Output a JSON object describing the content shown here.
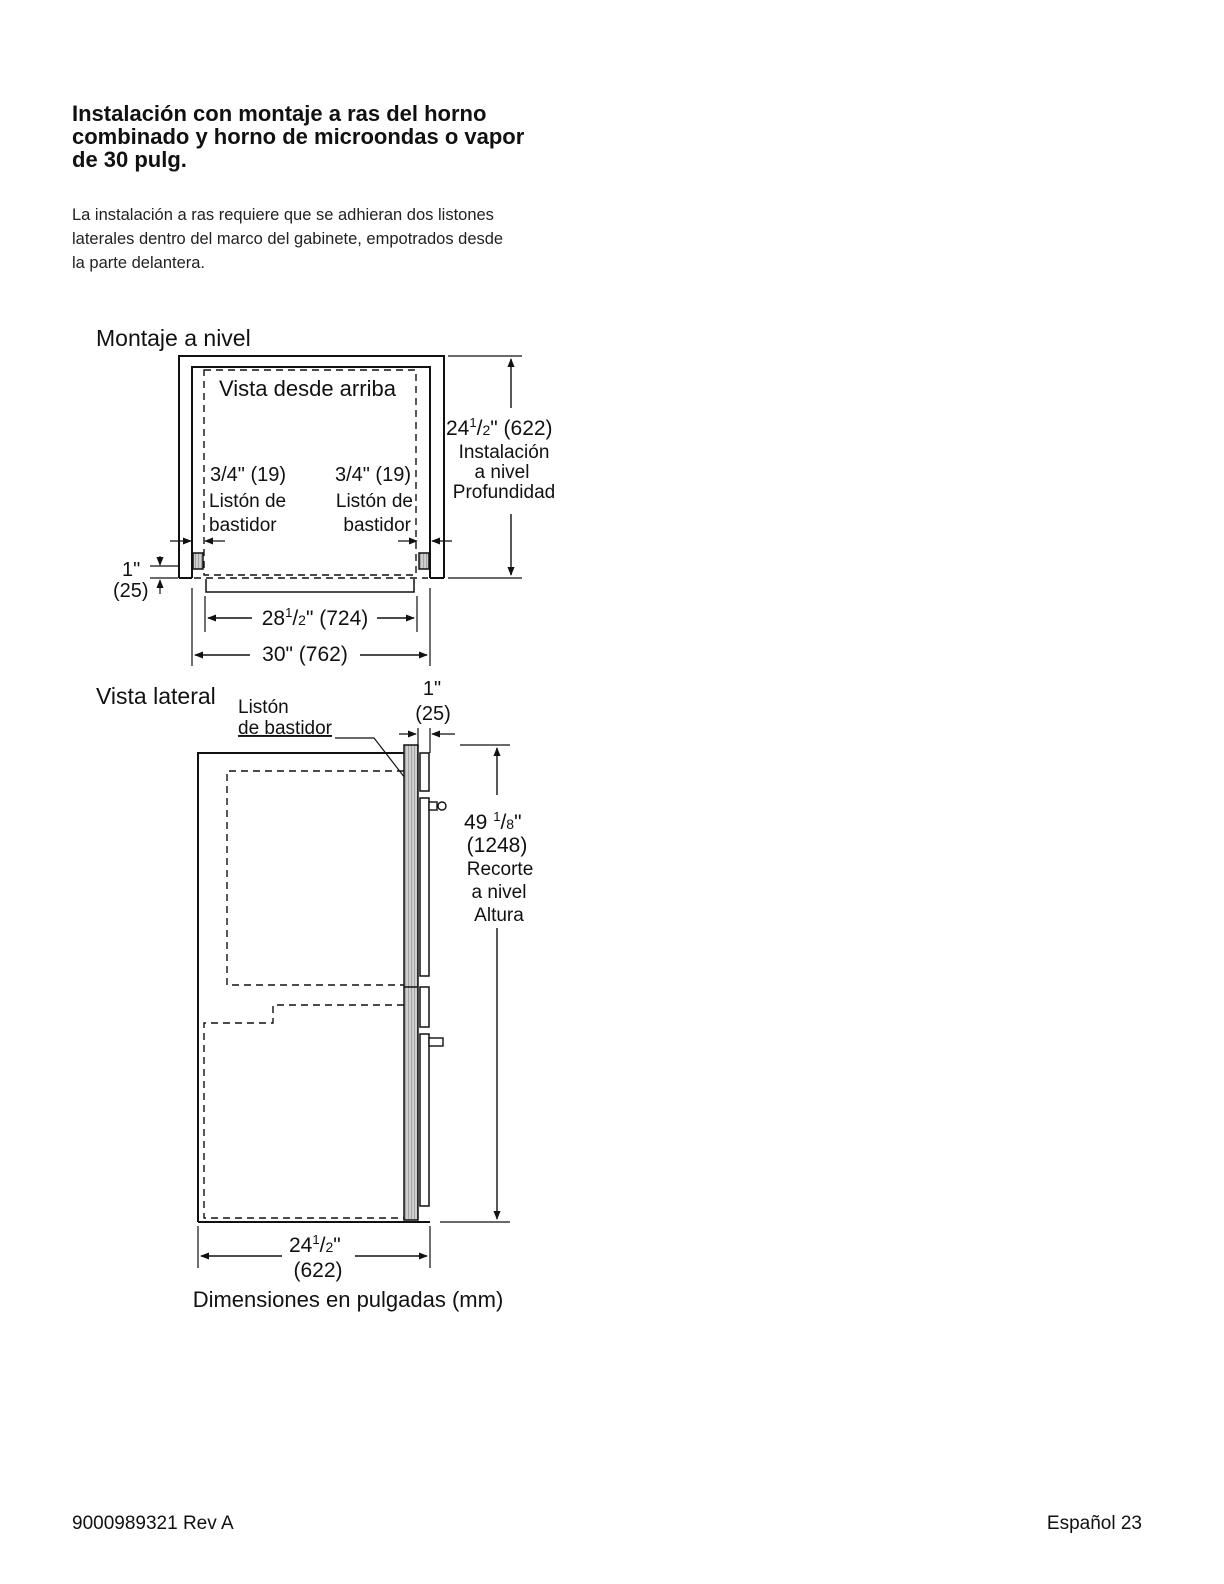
{
  "heading": {
    "line1": "Instalación con montaje a ras del horno",
    "line2": "combinado y horno de microondas o vapor",
    "line3": "de 30 pulg."
  },
  "intro": {
    "line1": "La instalación a ras requiere que se adhieran dos listones",
    "line2": "laterales dentro del marco del gabinete, empotrados desde",
    "line3": "la parte delantera."
  },
  "top_view": {
    "title": "Montaje a nivel",
    "subtitle": "Vista desde arriba",
    "strip_left": {
      "size": "3/4\" (19)",
      "label1": "Listón de",
      "label2": "bastidor"
    },
    "strip_right": {
      "size": "3/4\" (19)",
      "label1": "Listón de",
      "label2": "bastidor"
    },
    "depth": {
      "value": "241/2\" (622)",
      "label1": "Instalación",
      "label2": "a nivel",
      "label3": "Profundidad"
    },
    "offset": {
      "in": "1\"",
      "mm": "(25)"
    },
    "inner_width": "281/2\" (724)",
    "outer_width": "30\" (762)"
  },
  "side_view": {
    "title": "Vista lateral",
    "strip_label1": "Listón",
    "strip_label2": "de bastidor",
    "offset": {
      "in": "1\"",
      "mm": "(25)"
    },
    "height": {
      "value": "49 1/8\"",
      "mm": "(1248)",
      "label1": "Recorte",
      "label2": "a nivel",
      "label3": "Altura"
    },
    "depth": {
      "value": "241/2\"",
      "mm": "(622)"
    }
  },
  "caption": "Dimensiones en pulgadas (mm)",
  "footer": {
    "doc_number": "9000989321 Rev A",
    "page": "Español 23"
  }
}
